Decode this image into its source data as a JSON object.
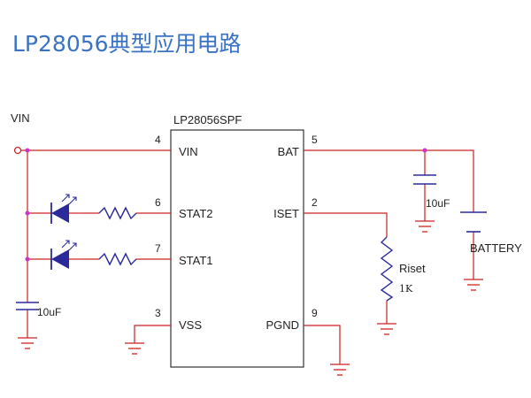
{
  "title": "LP28056典型应用电路",
  "chip": {
    "name": "LP28056SPF",
    "pins": {
      "vin": {
        "number": "4",
        "name": "VIN"
      },
      "stat2": {
        "number": "6",
        "name": "STAT2"
      },
      "stat1": {
        "number": "7",
        "name": "STAT1"
      },
      "vss": {
        "number": "3",
        "name": "VSS"
      },
      "bat": {
        "number": "5",
        "name": "BAT"
      },
      "iset": {
        "number": "2",
        "name": "ISET"
      },
      "pgnd": {
        "number": "9",
        "name": "PGND"
      }
    }
  },
  "labels": {
    "vin_net": "VIN",
    "cap_in": "10uF",
    "cap_out": "10uF",
    "resistor_name": "Riset",
    "resistor_value": "1K",
    "battery": "BATTERY"
  },
  "colors": {
    "wire": "#cc2222",
    "component": "#2a2a9a",
    "chip": "#333333",
    "ground": "#cc2222",
    "junction": "#cc33cc",
    "title": "#3a73c4"
  }
}
